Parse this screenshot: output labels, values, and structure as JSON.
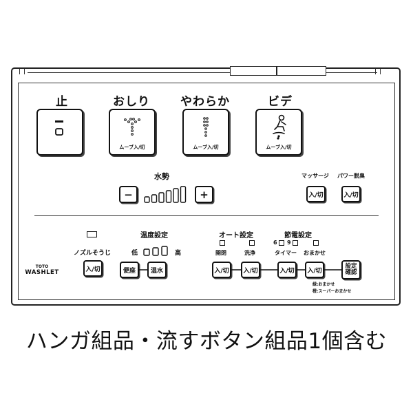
{
  "top_buttons": [
    {
      "label": "止",
      "caption": ""
    },
    {
      "label": "おしり",
      "caption": "ムーブ入/切"
    },
    {
      "label": "やわらか",
      "caption": "ムーブ入/切"
    },
    {
      "label": "ビデ",
      "caption": "ムーブ入/切"
    }
  ],
  "water_pressure": {
    "label": "水勢",
    "minus": "−",
    "plus": "+",
    "level_count": 6,
    "level": 6
  },
  "massage": {
    "label": "マッサージ",
    "button": "入/切"
  },
  "power_deodorize": {
    "label": "パワー脱臭",
    "button": "入/切"
  },
  "nozzle_clean": {
    "label": "ノズルそうじ",
    "button": "入/切"
  },
  "temperature": {
    "label": "温度設定",
    "low": "低",
    "high": "高",
    "seat_button": "便座",
    "water_button": "温水",
    "level_count": 3
  },
  "auto": {
    "label": "オート設定",
    "open_close": "開閉",
    "wash": "洗浄",
    "button": "入/切"
  },
  "power_save": {
    "label": "節電設定",
    "hours": "6",
    "hours2": "9",
    "timer": "タイマー",
    "omakase": "おまかせ",
    "button": "入/切",
    "confirm_line1": "設定",
    "confirm_line2": "確認",
    "note1": "緑:おまかせ",
    "note2": "橙:スーパーおまかせ"
  },
  "brand": {
    "line1": "TOTO",
    "line2": "WASHLET"
  },
  "caption": "ハンガ組品・流すボタン組品1個含む"
}
